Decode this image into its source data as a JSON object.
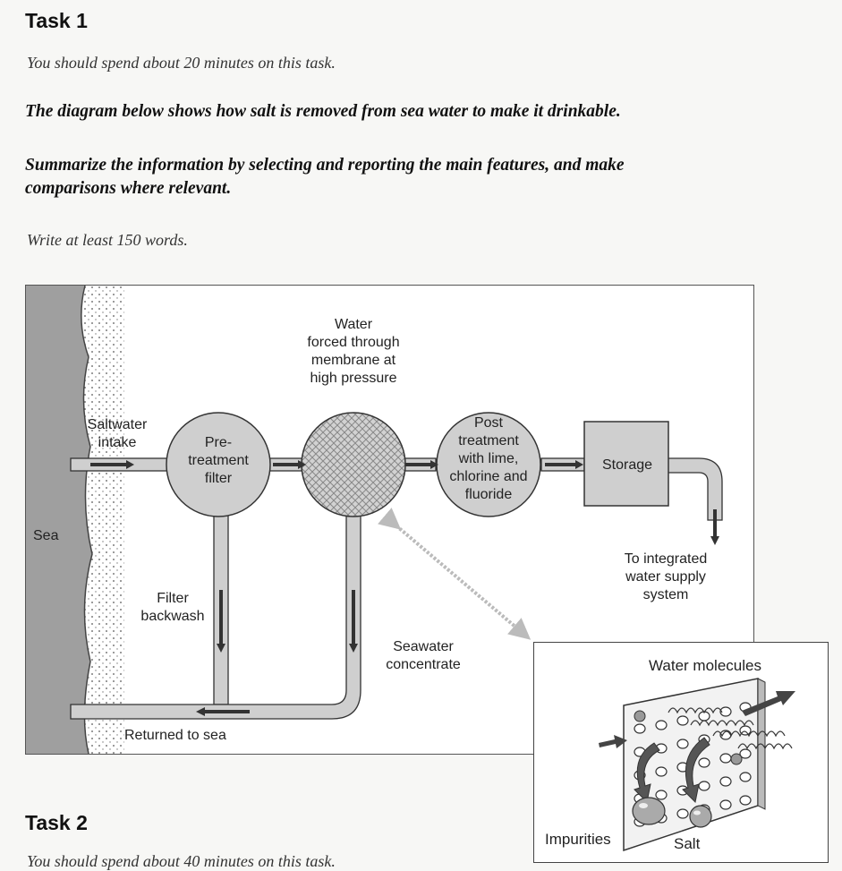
{
  "task1": {
    "heading": "Task 1",
    "time_note": "You should spend about 20 minutes on this task.",
    "prompt_line1": "The diagram below shows how salt is removed from sea water to make it drinkable.",
    "prompt_line2a": "Summarize the information by selecting and reporting the main features, and make",
    "prompt_line2b": "comparisons where relevant.",
    "word_note": "Write at least 150 words."
  },
  "diagram": {
    "sea": "Sea",
    "intake_1": "Saltwater",
    "intake_2": "intake",
    "pretreat_1": "Pre-",
    "pretreat_2": "treatment",
    "pretreat_3": "filter",
    "membrane_1": "Water",
    "membrane_2": "forced through",
    "membrane_3": "membrane at",
    "membrane_4": "high pressure",
    "post_1": "Post",
    "post_2": "treatment",
    "post_3": "with lime,",
    "post_4": "chlorine and",
    "post_5": "fluoride",
    "storage": "Storage",
    "supply_1": "To integrated",
    "supply_2": "water supply",
    "supply_3": "system",
    "backwash_1": "Filter",
    "backwash_2": "backwash",
    "concentrate_1": "Seawater",
    "concentrate_2": "concentrate",
    "returned": "Returned to sea"
  },
  "inset": {
    "water_molecules": "Water molecules",
    "impurities": "Impurities",
    "salt": "Salt"
  },
  "task2": {
    "heading": "Task 2",
    "time_note": "You should spend about 40 minutes on this task."
  }
}
